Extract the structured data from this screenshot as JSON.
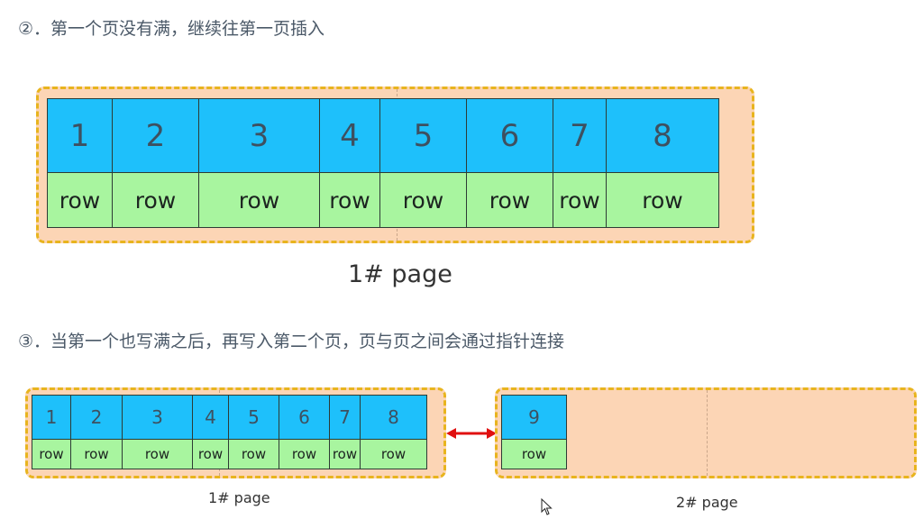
{
  "steps": {
    "step2": "②．第一个页没有满，继续往第一页插入",
    "step3": "③．当第一个也写满之后，再写入第二个页，页与页之间会通过指针连接"
  },
  "diagram_top": {
    "page_label": "1# page",
    "records": [
      {
        "key": "1",
        "row": "row"
      },
      {
        "key": "2",
        "row": "row"
      },
      {
        "key": "3",
        "row": "row"
      },
      {
        "key": "4",
        "row": "row"
      },
      {
        "key": "5",
        "row": "row"
      },
      {
        "key": "6",
        "row": "row"
      },
      {
        "key": "7",
        "row": "row"
      },
      {
        "key": "8",
        "row": "row"
      }
    ]
  },
  "diagram_bottom": {
    "page1": {
      "label": "1# page",
      "records": [
        {
          "key": "1",
          "row": "row"
        },
        {
          "key": "2",
          "row": "row"
        },
        {
          "key": "3",
          "row": "row"
        },
        {
          "key": "4",
          "row": "row"
        },
        {
          "key": "5",
          "row": "row"
        },
        {
          "key": "6",
          "row": "row"
        },
        {
          "key": "7",
          "row": "row"
        },
        {
          "key": "8",
          "row": "row"
        }
      ]
    },
    "page2": {
      "label": "2# page",
      "records": [
        {
          "key": "9",
          "row": "row"
        }
      ]
    },
    "pointer": "double-arrow-icon"
  },
  "colors": {
    "key_cell": "#1ec0fb",
    "row_cell": "#a8f59f",
    "page_fill": "#fcd5b5",
    "page_border": "#e8b41e",
    "pointer": "#e01010"
  }
}
